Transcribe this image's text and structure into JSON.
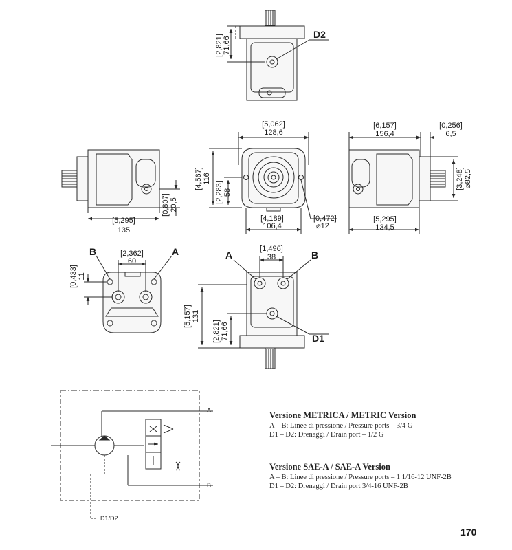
{
  "port_labels": {
    "d2": "D2",
    "d1": "D1",
    "a": "A",
    "b": "B",
    "schematic_a": "A",
    "schematic_b": "B",
    "schematic_drain": "D1/D2"
  },
  "dimensions": {
    "top_view_height_in": "[2,821]",
    "top_view_height_mm": "71,66",
    "front_width_in": "[5,062]",
    "front_width_mm": "128,6",
    "front_height_in": "[4,567]",
    "front_height_mm": "116",
    "front_center_in": "[2,283]",
    "front_center_mm": "58",
    "front_bottom_in": "[4,189]",
    "front_bottom_mm": "106,4",
    "front_hole_in": "[0,472]",
    "front_hole_mm": "⌀12",
    "right_length_in": "[6,157]",
    "right_length_mm": "156,4",
    "right_flange_in": "[0,256]",
    "right_flange_mm": "6,5",
    "right_pilot_in": "[3,248]",
    "right_pilot_mm": "⌀82,5",
    "right_bottom_in": "[5,295]",
    "right_bottom_mm": "134,5",
    "left_port_in": "[0,807]",
    "left_port_mm": "20,5",
    "left_bottom_in": "[5,295]",
    "left_bottom_mm": "135",
    "ports_offset_in": "[0,433]",
    "ports_offset_mm": "11",
    "ports_spacing_in": "[2,362]",
    "ports_spacing_mm": "60",
    "bottom_spacing_in": "[1,496]",
    "bottom_spacing_mm": "38",
    "bottom_height_in": "[5,157]",
    "bottom_height_mm": "131",
    "bottom_drain_in": "[2,821]",
    "bottom_drain_mm": "71,66"
  },
  "legend": {
    "metric": {
      "heading": "Versione METRICA / METRIC Version",
      "line1": "A – B: Linee di pressione / Pressure ports – 3/4 G",
      "line2": "D1 – D2: Drenaggi / Drain port – 1/2 G"
    },
    "sae": {
      "heading": "Versione SAE-A / SAE-A Version",
      "line1": "A – B: Linee di pressione / Pressure ports – 1 1/16-12 UNF-2B",
      "line2": "D1 – D2: Drenaggi / Drain port 3/4-16 UNF-2B"
    }
  },
  "page_number": "170",
  "colors": {
    "line": "#2a2a2a",
    "part_fill": "#f7f7f7"
  }
}
